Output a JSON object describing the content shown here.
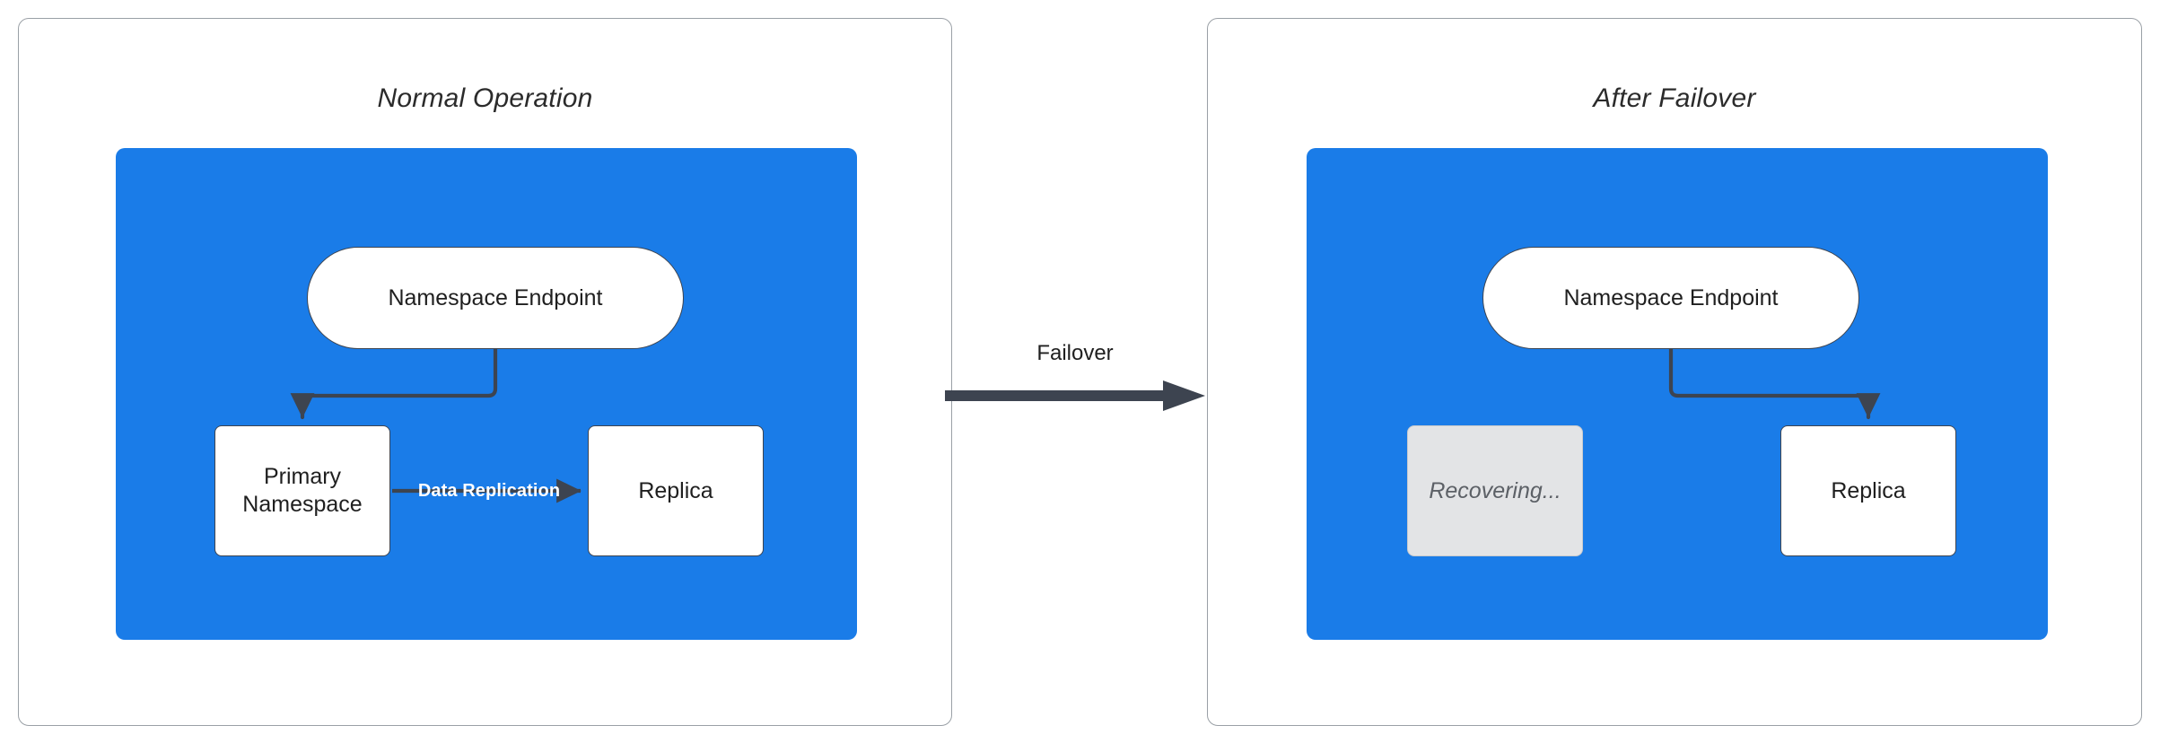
{
  "diagram": {
    "type": "flowchart",
    "accent_color": "#1a7ce8",
    "stroke_color": "#3d4450",
    "panel_border_color": "#9aa0a6",
    "ghost_fill": "#e3e4e6",
    "ghost_text_color": "#5c6066"
  },
  "panels": [
    {
      "id": "normal-operation",
      "title": "Normal Operation",
      "nodes": [
        {
          "id": "endpoint",
          "label": "Namespace Endpoint",
          "shape": "pill",
          "fill": "#ffffff"
        },
        {
          "id": "primary",
          "label": "Primary\nNamespace",
          "line1": "Primary",
          "line2": "Namespace",
          "shape": "box",
          "fill": "#ffffff"
        },
        {
          "id": "replica",
          "label": "Replica",
          "shape": "box",
          "fill": "#ffffff"
        }
      ],
      "edges": [
        {
          "from": "endpoint",
          "to": "primary",
          "label": "",
          "style": "elbow-arrow"
        },
        {
          "from": "primary",
          "to": "replica",
          "label": "Data Replication",
          "style": "straight-arrow",
          "label_color": "#ffffff"
        }
      ]
    },
    {
      "id": "after-failover",
      "title": "After Failover",
      "nodes": [
        {
          "id": "endpoint",
          "label": "Namespace Endpoint",
          "shape": "pill",
          "fill": "#ffffff"
        },
        {
          "id": "recovering",
          "label": "Recovering...",
          "shape": "box",
          "fill": "#e3e4e6",
          "state": "disabled"
        },
        {
          "id": "replica",
          "label": "Replica",
          "shape": "box",
          "fill": "#ffffff"
        }
      ],
      "edges": [
        {
          "from": "endpoint",
          "to": "replica",
          "label": "",
          "style": "elbow-arrow"
        }
      ]
    }
  ],
  "transition": {
    "label": "Failover",
    "direction": "left-to-right",
    "color": "#3d4450"
  }
}
